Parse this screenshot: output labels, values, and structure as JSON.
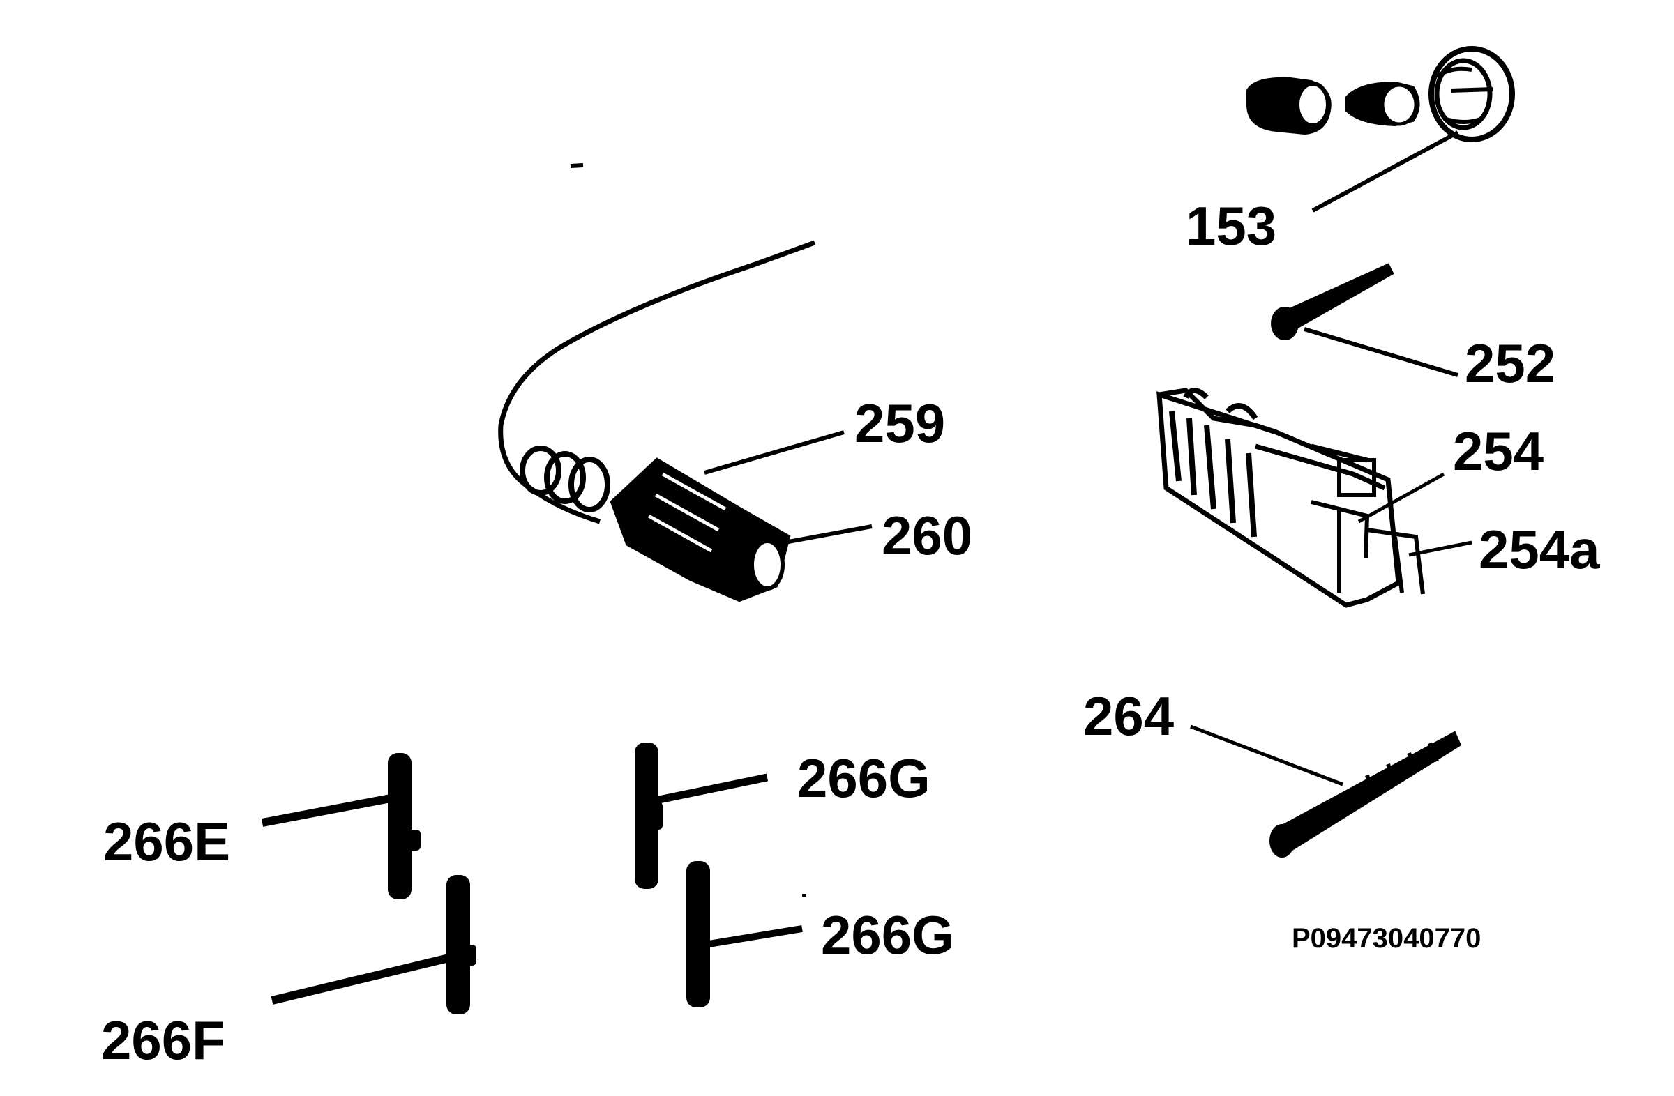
{
  "labels": {
    "l153": "153",
    "l252": "252",
    "l254": "254",
    "l254a": "254a",
    "l259": "259",
    "l260": "260",
    "l264": "264",
    "l266e": "266E",
    "l266f": "266F",
    "l266g_top": "266G",
    "l266g_bottom": "266G"
  },
  "reference_code": "P09473040770"
}
